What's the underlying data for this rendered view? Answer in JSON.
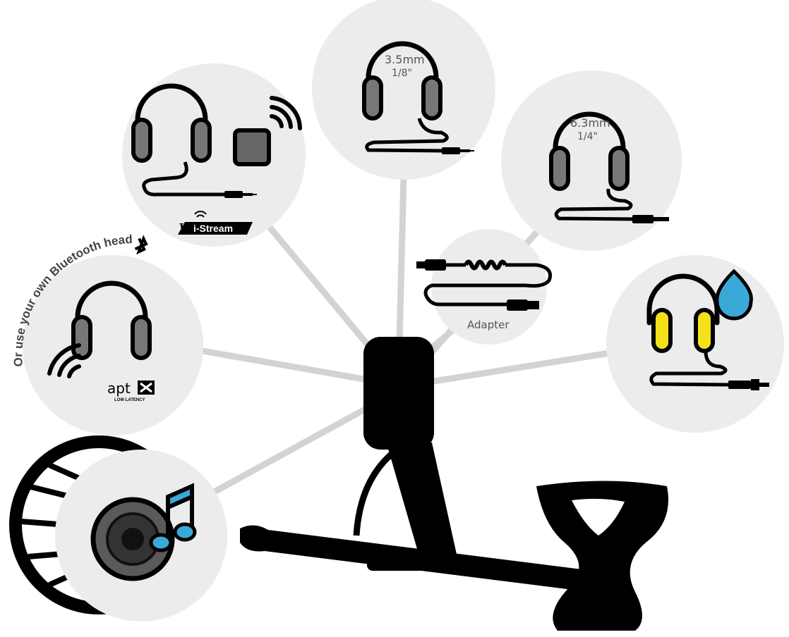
{
  "options": [
    {
      "id": "bluetooth",
      "logo_text": "apt",
      "logo_sub": "LOW LATENCY",
      "icons": [
        "headphones-icon",
        "wireless-waves-icon",
        "aptx-logo"
      ]
    },
    {
      "id": "wi-stream",
      "logo_text": "i-Stream",
      "icons": [
        "headphones-icon",
        "wireless-module-icon",
        "wi-stream-logo"
      ]
    },
    {
      "id": "wired-3-5mm",
      "size_mm": "3.5mm",
      "size_in": "1/8\"",
      "icons": [
        "headphones-icon",
        "cable-jack-icon"
      ]
    },
    {
      "id": "wired-6-3mm",
      "size_mm": "6.3mm",
      "size_in": "1/4\"",
      "icons": [
        "headphones-icon",
        "cable-jack-icon"
      ]
    },
    {
      "id": "adapter",
      "label": "Adapter",
      "icons": [
        "coiled-adapter-cable-icon"
      ]
    },
    {
      "id": "waterproof",
      "icons": [
        "headphones-icon",
        "water-drop-icon",
        "cable-jack-icon"
      ]
    },
    {
      "id": "speaker",
      "icons": [
        "speaker-icon",
        "music-note-icon"
      ]
    }
  ],
  "bluetooth_note": "Or use your own Bluetooth headphones",
  "colors": {
    "circle": "#ececec",
    "spoke": "#cfcfcf",
    "detector": "#000000",
    "ear_cup": "#777777",
    "waterproof_cup": "#f4e11a",
    "accent_blue": "#3aa9d8",
    "speaker": "#5a5a5a"
  }
}
